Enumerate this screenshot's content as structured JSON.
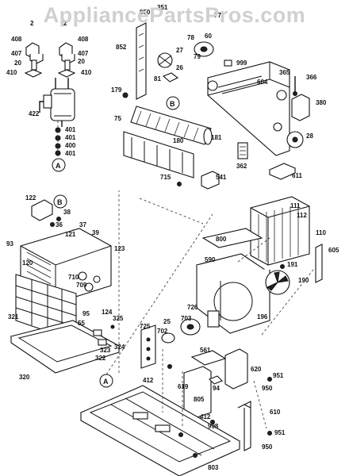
{
  "watermark": "AppliancePartsPros.com",
  "callouts": {
    "a_top": "A",
    "b_top": "B",
    "b_left": "B",
    "a_bottom": "A",
    "mid": "2"
  },
  "part_numbers": [
    "950",
    "351",
    "77",
    "852",
    "78",
    "60",
    "27",
    "79",
    "26",
    "81",
    "999",
    "604",
    "365",
    "366",
    "380",
    "408",
    "407",
    "20",
    "410",
    "422",
    "401",
    "400",
    "179",
    "75",
    "180",
    "181",
    "28",
    "362",
    "541",
    "611",
    "715",
    "122",
    "38",
    "36",
    "121",
    "37",
    "39",
    "93",
    "120",
    "123",
    "710",
    "709",
    "95",
    "124",
    "55",
    "321",
    "320",
    "325",
    "323",
    "324",
    "322",
    "111",
    "112",
    "800",
    "590",
    "110",
    "605",
    "191",
    "190",
    "726",
    "703",
    "25",
    "702",
    "725",
    "196",
    "561",
    "620",
    "94",
    "619",
    "805",
    "412",
    "998",
    "803",
    "951",
    "610"
  ]
}
